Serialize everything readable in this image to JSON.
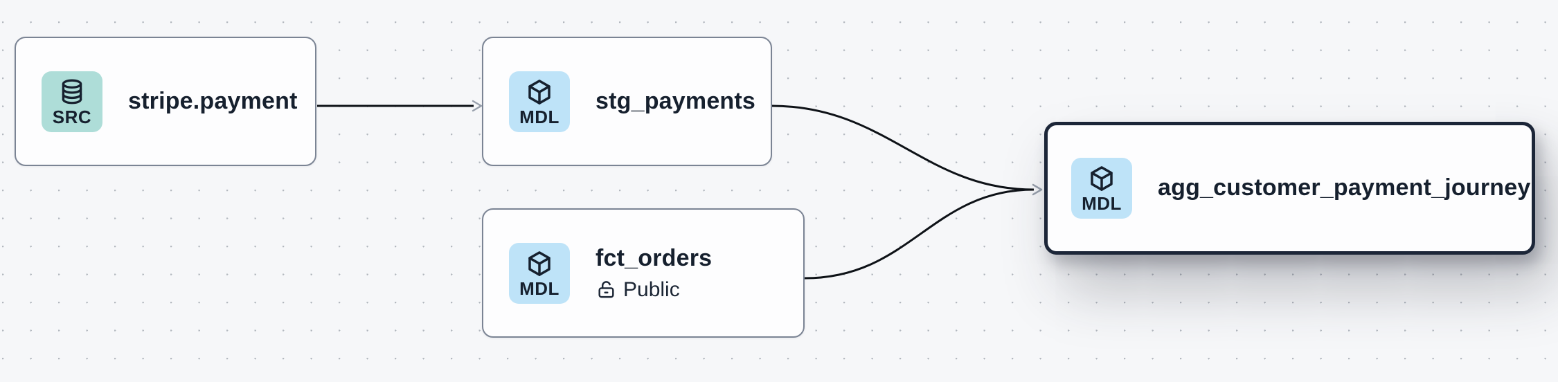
{
  "diagram": {
    "type": "data-lineage-graph",
    "background_color": "#f6f7f9",
    "dot_grid_color": "#b3b8bf",
    "node_border_color": "#7b8494",
    "selected_border_color": "#1c2638",
    "edge_color": "#0e1217",
    "arrowhead_color": "#98a0ac",
    "selected_node": "agg_customer_payment_journey"
  },
  "nodes": [
    {
      "id": "stripe.payment",
      "title": "stripe.payment",
      "type": "source",
      "badge_label": "SRC",
      "badge_icon": "database-icon",
      "badge_color": "#aeddd8",
      "selected": false
    },
    {
      "id": "stg_payments",
      "title": "stg_payments",
      "type": "model",
      "badge_label": "MDL",
      "badge_icon": "cube-icon",
      "badge_color": "#bee3f8",
      "selected": false
    },
    {
      "id": "fct_orders",
      "title": "fct_orders",
      "type": "model",
      "badge_label": "MDL",
      "badge_icon": "cube-icon",
      "badge_color": "#bee3f8",
      "access_icon": "unlock-icon",
      "access_label": "Public",
      "selected": false
    },
    {
      "id": "agg_customer_payment_journey",
      "title": "agg_customer_payment_journey",
      "type": "model",
      "badge_label": "MDL",
      "badge_icon": "cube-icon",
      "badge_color": "#bee3f8",
      "selected": true
    }
  ],
  "edges": [
    {
      "from": "stripe.payment",
      "to": "stg_payments"
    },
    {
      "from": "stg_payments",
      "to": "agg_customer_payment_journey"
    },
    {
      "from": "fct_orders",
      "to": "agg_customer_payment_journey"
    }
  ]
}
